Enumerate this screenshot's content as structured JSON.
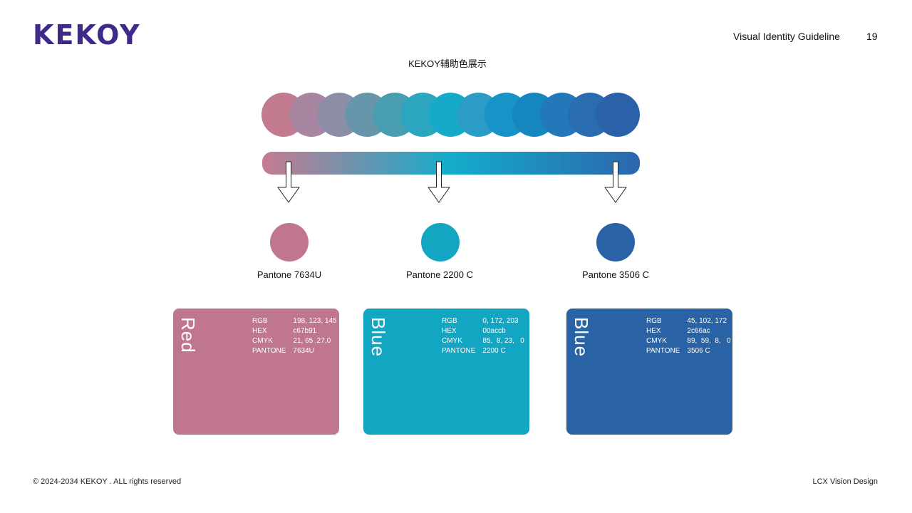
{
  "header": {
    "logo": "KEKOY",
    "doc_title": "Visual Identity Guideline",
    "page_number": "19"
  },
  "section_title": "KEKOY辅助色展示",
  "gradient": {
    "start_color": "#c67b91",
    "mid_color": "#14accb",
    "end_color": "#2c66ac",
    "swatch_colors": [
      "#c27b8f",
      "#a886a1",
      "#8c8ea8",
      "#6796aa",
      "#489daf",
      "#2aa6bf",
      "#15aac8",
      "#2b9cc6",
      "#1893c7",
      "#1686be",
      "#2278b8",
      "#2a6cb0",
      "#2b61a8"
    ]
  },
  "colors": [
    {
      "pantone_label": "Pantone 7634U",
      "card_name": "Red",
      "color": "#c17690",
      "rgb": "198, 123, 145",
      "hex": "c67b91",
      "cmyk": "21, 65 ,27,0",
      "pantone": "7634U"
    },
    {
      "pantone_label": "Pantone 2200 C",
      "card_name": "Blue",
      "color": "#12a6c3",
      "rgb": "0, 172, 203",
      "hex": "00accb",
      "cmyk": "85,  8, 23,   0",
      "pantone": "2200 C"
    },
    {
      "pantone_label": "Pantone 3506 C",
      "card_name": "Blue",
      "color": "#2a63a5",
      "rgb": "45, 102, 172",
      "hex": "2c66ac",
      "cmyk": "89,  59,  8,   0",
      "pantone": "3506 C"
    }
  ],
  "spec_labels": {
    "rgb": "RGB",
    "hex": "HEX",
    "cmyk": "CMYK",
    "pantone": "PANTONE"
  },
  "footer": {
    "copyright": "© 2024-2034 KEKOY . ALL rights reserved",
    "credit": "LCX Vision Design"
  }
}
